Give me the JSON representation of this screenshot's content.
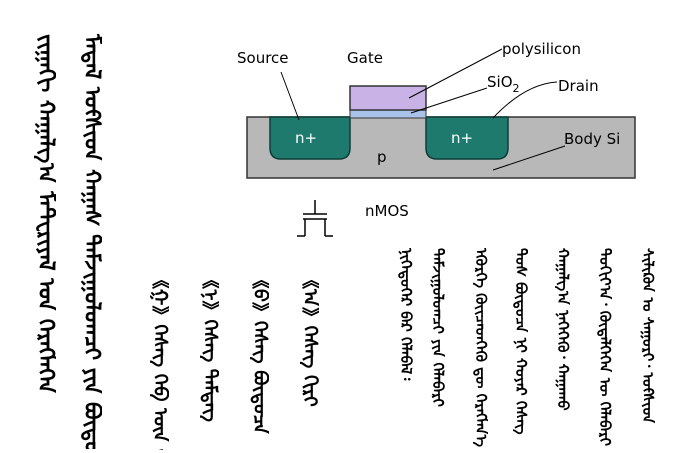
{
  "colors": {
    "silicon": "#b8b8b8",
    "doped": "#1f7a6e",
    "gate": "#c9b2e6",
    "oxide": "#a9c2ea",
    "background": "#ffffff",
    "text": "#000000"
  },
  "diagram": {
    "labels": {
      "source": "Source",
      "gate": "Gate",
      "polysilicon": "polysilicon",
      "sio2_base": "SiO",
      "sio2_sub": "2",
      "drain": "Drain",
      "body": "Body Si",
      "n_plus_left": "n+",
      "n_plus_right": "n+",
      "p": "p",
      "device": "nMOS"
    }
  },
  "text_columns": {
    "title": [
      "ᠵᠢᠭᠠᠬᠢ ᠬᠠᠭᠠᠯᠭ᠎ᠠ ᠮᠠᠲᠧᠷᠢᠶᠠᠯ ᠤᠨ ᠬᠡᠷᠡᠭᠯᠡᠭᠡᠨ",
      "ᠮᠡᠲᠠᠯ ᠣᠻᠰᠢᠳ ᠬᠠᠭᠠᠰ ᠳᠠᠮᠵᠢᠭᠤᠯᠤᠭᠴᠢ ᠶᠢᠨ ᠪᠦᠲᠦᠴᠡ"
    ],
    "list": [
      "《ᠭ》ᠬᠡᠰᠡᠭ ᠬᠡᠪ ᠦᠨ ᠵᠢᠷᠤᠭ",
      "《ᠨ》ᠬᠡᠰᠡᠭ ᠲᠡᠮᠳᠡᠭ",
      "《ᠪ》ᠬᠡᠰᠡᠭ ᠪᠦᠲᠦᠴᠡ",
      "《ᠠ》ᠬᠡᠰᠡᠭ ᠬᠢᠷᠢ"
    ],
    "body": [
      "ᠨᠢᠭᠡᠳᠦᠭᠡᠷ ᠪᠠᠷ ᠬᠡᠯᠡᠪᠡᠯ᠄",
      "ᠳᠠᠮᠵᠢᠭᠤᠯᠤᠭᠴᠢ ᠶᠢᠨ ᠬᠡᠯᠡᠪᠡᠷᠢ",
      "ᠡᠭᠦᠷᠭᠡ ᠭᠦᠢᠴᠡᠳᠭᠡᠬᠦ ᠳᠦ ᠬᠡᠷᠡᠭᠯᠡᠨ᠎ᠡ",
      "ᠲᠤᠰ ᠪᠦᠲᠦᠴᠡ ᠨᠢ ᠬᠣᠶᠠᠷ ᠬᠡᠰᠡᠭ",
      "ᠬᠠᠭᠠᠯᠭ᠎ᠠ ᠨᠡᠭᠡᠭᠡᠬᠦ᠂ ᠬᠠᠭᠠᠬᠤ",
      "ᠳᠤᠬᠢᠶ᠎ᠠ᠂ ᠬᠦᠳᠡᠯᠭᠡᠭᠡᠨ ᠦ ᠬᠡᠯᠡᠪᠡᠷᠢ",
      "ᠰᠢᠯᠢᠺᠣᠨ ᠤ ᠰᠠᠭᠤᠷᠢ᠂ ᠣᠻᠰᠢᠳ"
    ]
  }
}
